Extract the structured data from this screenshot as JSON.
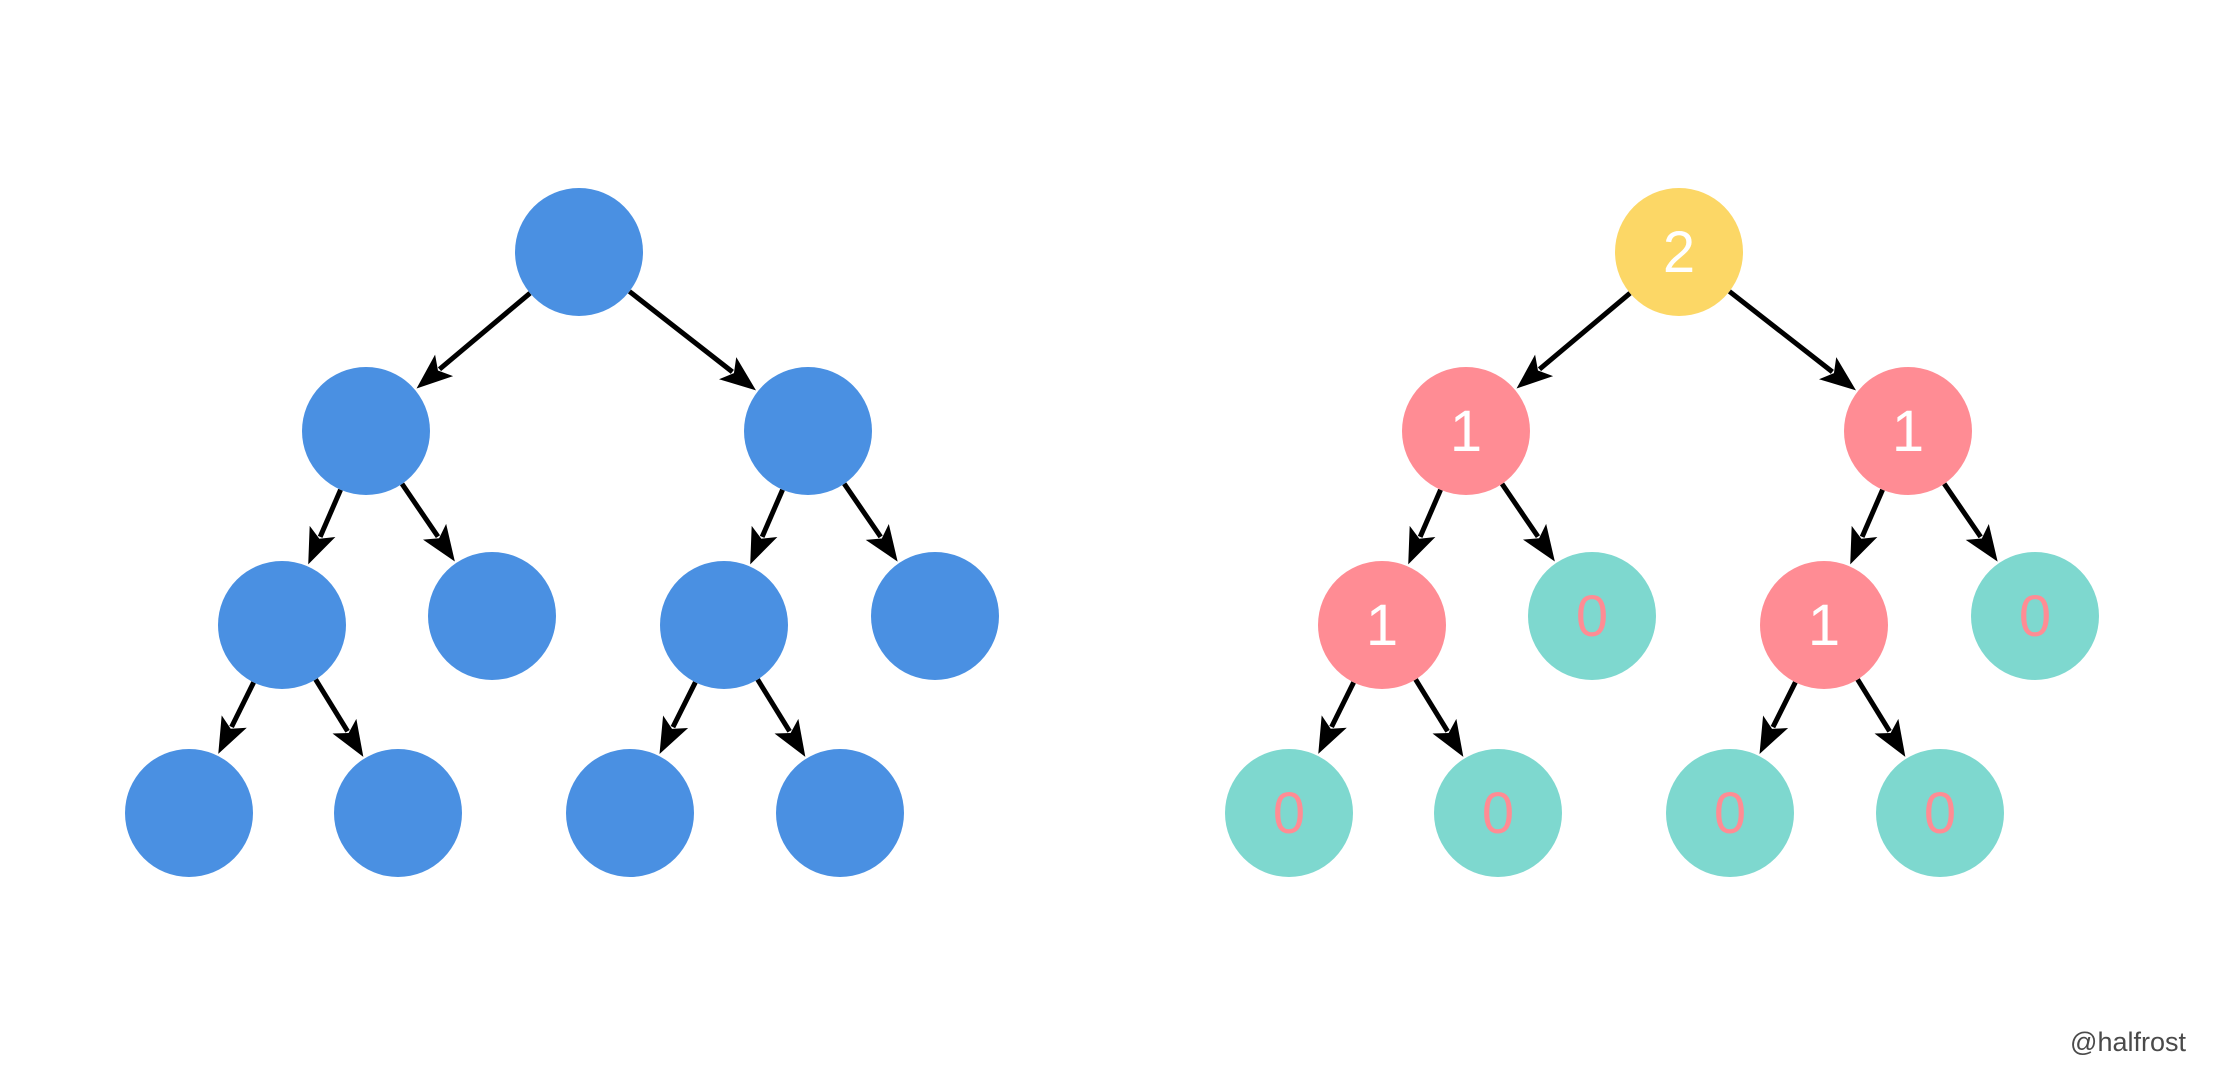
{
  "colors": {
    "blue": "#4A90E2",
    "yellow": "#FCD766",
    "pink": "#FF8C94",
    "teal": "#7ED8CF",
    "edge": "#000000"
  },
  "left_tree": {
    "nodes": [
      {
        "id": 0,
        "label": "",
        "color": "blue"
      },
      {
        "id": 1,
        "label": "",
        "color": "blue"
      },
      {
        "id": 2,
        "label": "",
        "color": "blue"
      },
      {
        "id": 3,
        "label": "",
        "color": "blue"
      },
      {
        "id": 4,
        "label": "",
        "color": "blue"
      },
      {
        "id": 5,
        "label": "",
        "color": "blue"
      },
      {
        "id": 6,
        "label": "",
        "color": "blue"
      },
      {
        "id": 7,
        "label": "",
        "color": "blue"
      },
      {
        "id": 8,
        "label": "",
        "color": "blue"
      },
      {
        "id": 9,
        "label": "",
        "color": "blue"
      },
      {
        "id": 10,
        "label": "",
        "color": "blue"
      }
    ],
    "edges": [
      [
        0,
        1
      ],
      [
        0,
        2
      ],
      [
        1,
        3
      ],
      [
        1,
        4
      ],
      [
        2,
        5
      ],
      [
        2,
        6
      ],
      [
        3,
        7
      ],
      [
        3,
        8
      ],
      [
        5,
        9
      ],
      [
        5,
        10
      ]
    ]
  },
  "right_tree": {
    "nodes": [
      {
        "id": 0,
        "label": "2",
        "color": "yellow",
        "text_color": "#FFFFFF"
      },
      {
        "id": 1,
        "label": "1",
        "color": "pink",
        "text_color": "#FFFFFF"
      },
      {
        "id": 2,
        "label": "1",
        "color": "pink",
        "text_color": "#FFFFFF"
      },
      {
        "id": 3,
        "label": "1",
        "color": "pink",
        "text_color": "#FFFFFF"
      },
      {
        "id": 4,
        "label": "0",
        "color": "teal",
        "text_color": "#FF8C94"
      },
      {
        "id": 5,
        "label": "1",
        "color": "pink",
        "text_color": "#FFFFFF"
      },
      {
        "id": 6,
        "label": "0",
        "color": "teal",
        "text_color": "#FF8C94"
      },
      {
        "id": 7,
        "label": "0",
        "color": "teal",
        "text_color": "#FF8C94"
      },
      {
        "id": 8,
        "label": "0",
        "color": "teal",
        "text_color": "#FF8C94"
      },
      {
        "id": 9,
        "label": "0",
        "color": "teal",
        "text_color": "#FF8C94"
      },
      {
        "id": 10,
        "label": "0",
        "color": "teal",
        "text_color": "#FF8C94"
      }
    ],
    "edges": [
      [
        0,
        1
      ],
      [
        0,
        2
      ],
      [
        1,
        3
      ],
      [
        1,
        4
      ],
      [
        2,
        5
      ],
      [
        2,
        6
      ],
      [
        3,
        7
      ],
      [
        3,
        8
      ],
      [
        5,
        9
      ],
      [
        5,
        10
      ]
    ]
  },
  "watermark": "@halfrost"
}
